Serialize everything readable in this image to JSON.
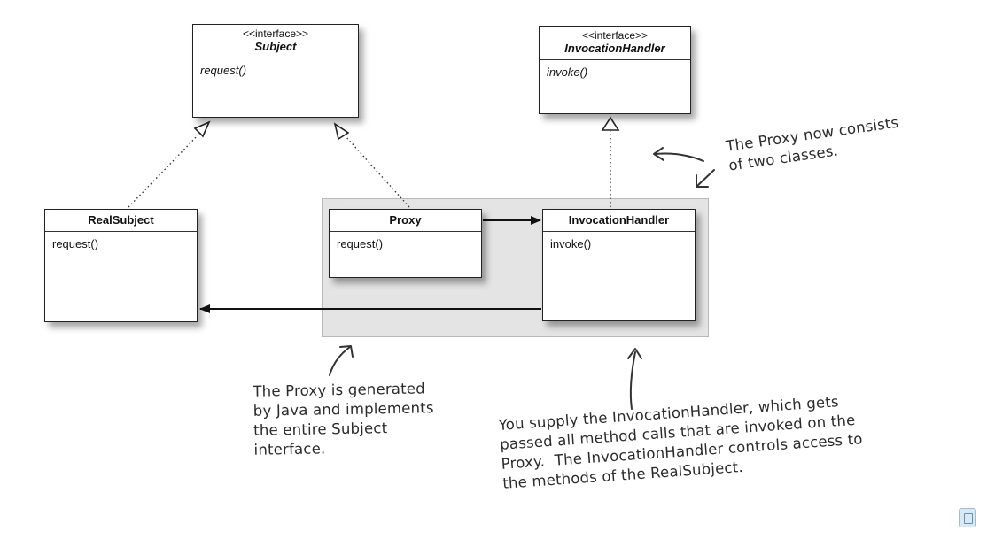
{
  "subject": {
    "stereotype": "<<interface>>",
    "name": "Subject",
    "method": "request()"
  },
  "invocation_handler_interface": {
    "stereotype": "<<interface>>",
    "name": "InvocationHandler",
    "method": "invoke()"
  },
  "real_subject": {
    "name": "RealSubject",
    "method": "request()"
  },
  "proxy": {
    "name": "Proxy",
    "method": "request()"
  },
  "invocation_handler": {
    "name": "InvocationHandler",
    "method": "invoke()"
  },
  "notes": {
    "proxy_classes": "The Proxy now consists\nof two classes.",
    "generated": "The Proxy is generated\nby Java and implements\nthe entire Subject\ninterface.",
    "supply": "You supply the InvocationHandler, which gets\npassed all method calls that are invoked on the\nProxy.  The InvocationHandler controls access to\nthe methods of the RealSubject."
  },
  "colors": {
    "proxy_region_fill": "#e4e4e4",
    "line": "#222222",
    "note_text": "#2b2b2b"
  }
}
